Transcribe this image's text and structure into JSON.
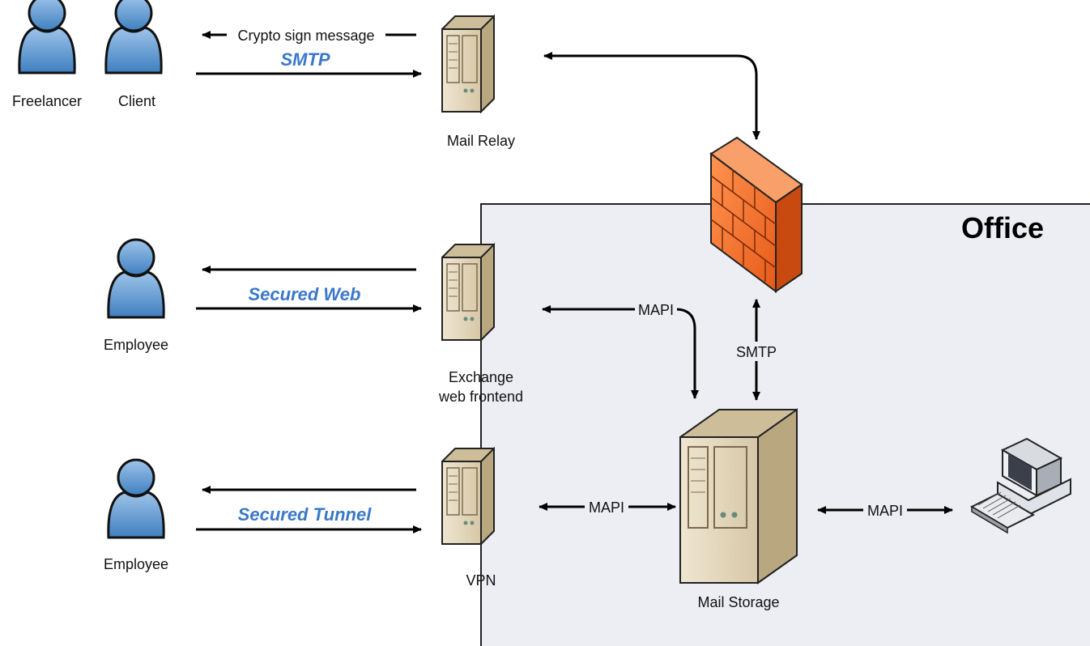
{
  "office": {
    "title": "Office"
  },
  "people": {
    "freelancer": "Freelancer",
    "client": "Client",
    "employee_web": "Employee",
    "employee_vpn": "Employee"
  },
  "servers": {
    "mail_relay": "Mail Relay",
    "exchange_line1": "Exchange",
    "exchange_line2": "web frontend",
    "vpn": "VPN",
    "mail_storage": "Mail Storage"
  },
  "links": {
    "crypto_sign": "Crypto sign message",
    "smtp_external": "SMTP",
    "secured_web": "Secured Web",
    "secured_tunnel": "Secured Tunnel",
    "mapi_exchange": "MAPI",
    "smtp_internal": "SMTP",
    "mapi_vpn": "MAPI",
    "mapi_workstation": "MAPI"
  },
  "colors": {
    "office_bg": "#eceef4",
    "person_blue": "#5e96cf",
    "server_beige": "#e4d8be",
    "firewall_orange": "#f4702c",
    "protocol_blue": "#3a78c9"
  }
}
